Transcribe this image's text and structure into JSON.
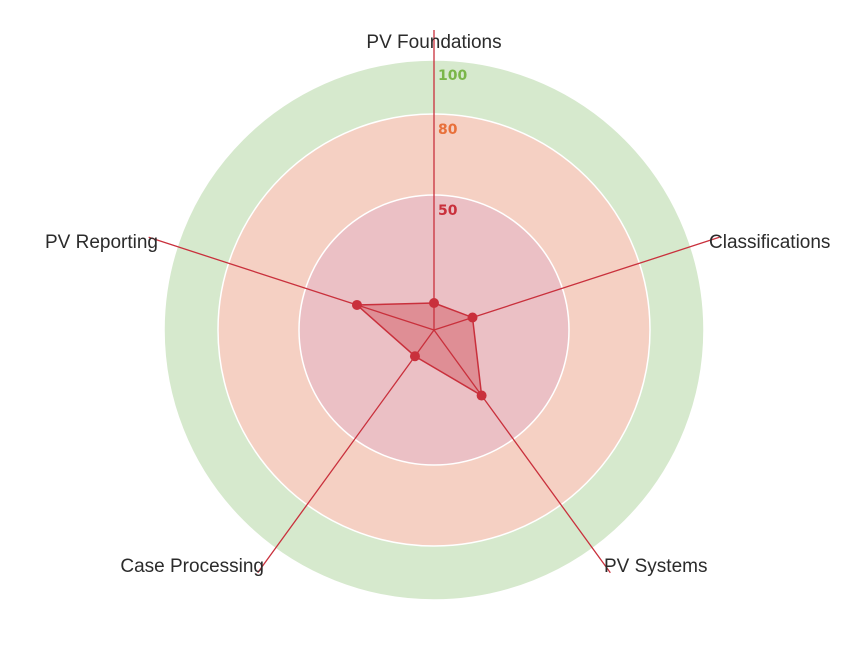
{
  "chart_data": {
    "type": "radar",
    "title": "",
    "axes": [
      "PV Foundations",
      "Classifications",
      "PV Systems",
      "Case Processing",
      "PV Reporting"
    ],
    "series": [
      {
        "values": [
          10,
          15,
          30,
          12,
          30
        ],
        "color": "#c9303c"
      }
    ],
    "range": [
      0,
      100
    ],
    "bands": [
      {
        "from": 80,
        "to": 100,
        "color": "#d6e9cd",
        "label": "100",
        "label_color": "#7ab648"
      },
      {
        "from": 50,
        "to": 80,
        "color": "#f5d0c3",
        "label": "80",
        "label_color": "#e8703a"
      },
      {
        "from": 0,
        "to": 50,
        "color": "#ebc0c5",
        "label": "50",
        "label_color": "#c9303c"
      }
    ],
    "axis_color": "#c9303c"
  }
}
